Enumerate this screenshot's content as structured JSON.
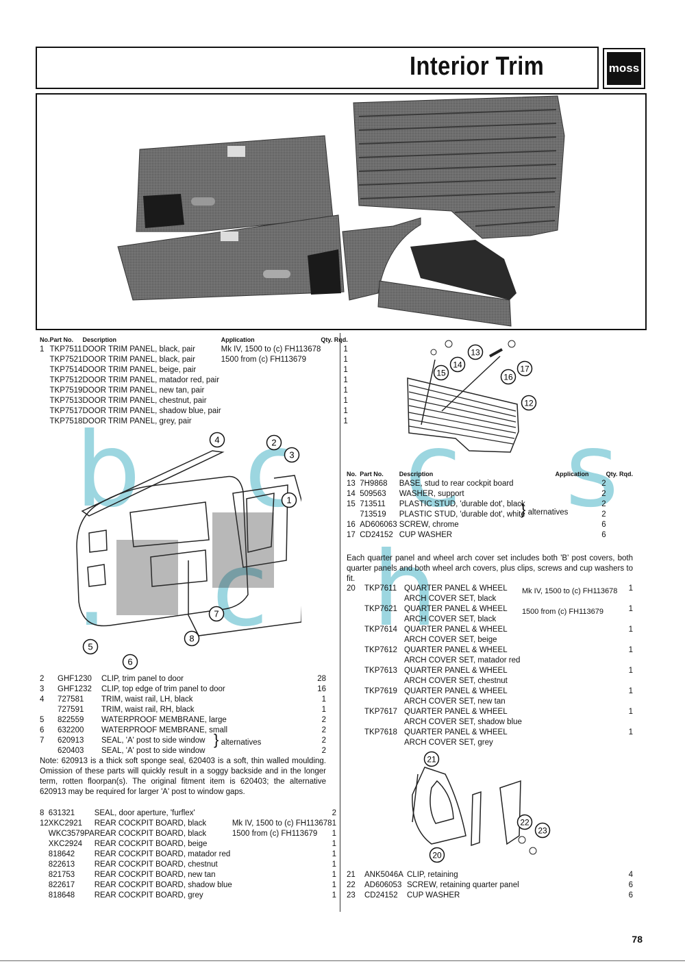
{
  "header": {
    "title": "Interior Trim",
    "logo": "moss"
  },
  "page_number": "78",
  "watermark": "b c c s . c h",
  "table1": {
    "headers": {
      "no": "No.",
      "part": "Part No.",
      "desc": "Description",
      "app": "Application",
      "qty": "Qty. Rqd."
    },
    "rows": [
      {
        "no": "1",
        "part": "TKP7511",
        "desc": "DOOR TRIM PANEL, black, pair",
        "app": "Mk IV, 1500 to (c) FH113678",
        "qty": "1"
      },
      {
        "no": "",
        "part": "TKP7521",
        "desc": "DOOR TRIM PANEL, black, pair",
        "app": "1500 from (c) FH113679",
        "qty": "1"
      },
      {
        "no": "",
        "part": "TKP7514",
        "desc": "DOOR TRIM PANEL, beige, pair",
        "app": "",
        "qty": "1"
      },
      {
        "no": "",
        "part": "TKP7512",
        "desc": "DOOR TRIM PANEL, matador red, pair",
        "app": "",
        "qty": "1"
      },
      {
        "no": "",
        "part": "TKP7519",
        "desc": "DOOR TRIM PANEL, new tan, pair",
        "app": "",
        "qty": "1"
      },
      {
        "no": "",
        "part": "TKP7513",
        "desc": "DOOR TRIM PANEL, chestnut, pair",
        "app": "",
        "qty": "1"
      },
      {
        "no": "",
        "part": "TKP7517",
        "desc": "DOOR TRIM PANEL, shadow blue, pair",
        "app": "",
        "qty": "1"
      },
      {
        "no": "",
        "part": "TKP7518",
        "desc": "DOOR TRIM PANEL, grey, pair",
        "app": "",
        "qty": "1"
      }
    ]
  },
  "table2": {
    "rows": [
      {
        "no": "2",
        "part": "GHF1230",
        "desc": "CLIP, trim panel to door",
        "qty": "28"
      },
      {
        "no": "3",
        "part": "GHF1232",
        "desc": "CLIP, top edge of trim panel to door",
        "qty": "16"
      },
      {
        "no": "4",
        "part": "727581",
        "desc": "TRIM, waist rail, LH, black",
        "qty": "1"
      },
      {
        "no": "",
        "part": "727591",
        "desc": "TRIM, waist rail, RH, black",
        "qty": "1"
      },
      {
        "no": "5",
        "part": "822559",
        "desc": "WATERPROOF MEMBRANE, large",
        "qty": "2"
      },
      {
        "no": "6",
        "part": "632200",
        "desc": "WATERPROOF MEMBRANE, small",
        "qty": "2"
      },
      {
        "no": "7",
        "part": "620913",
        "desc": "SEAL, 'A' post to side window",
        "qty": "2"
      },
      {
        "no": "",
        "part": "620403",
        "desc": "SEAL, 'A' post to side window",
        "qty": "2"
      }
    ],
    "alternatives": "alternatives",
    "note": "Note: 620913 is a thick soft sponge seal, 620403 is a soft, thin walled moulding. Omission of these parts will quickly result in a soggy backside and in the longer term, rotten floorpan(s). The original fitment item is 620403; the alternative 620913 may be required for larger 'A' post to window gaps."
  },
  "table3": {
    "rows": [
      {
        "no": "8",
        "part": "631321",
        "desc": "SEAL, door aperture, 'furflex'",
        "app": "",
        "qty": "2"
      },
      {
        "no": "12",
        "part": "XKC2921",
        "desc": "REAR COCKPIT BOARD, black",
        "app": "Mk IV, 1500 to (c) FH113678",
        "qty": "1"
      },
      {
        "no": "",
        "part": "WKC3579PA",
        "desc": "REAR COCKPIT BOARD, black",
        "app": "1500 from (c) FH113679",
        "qty": "1"
      },
      {
        "no": "",
        "part": "XKC2924",
        "desc": "REAR COCKPIT BOARD, beige",
        "app": "",
        "qty": "1"
      },
      {
        "no": "",
        "part": "818642",
        "desc": "REAR COCKPIT BOARD, matador red",
        "app": "",
        "qty": "1"
      },
      {
        "no": "",
        "part": "822613",
        "desc": "REAR COCKPIT BOARD, chestnut",
        "app": "",
        "qty": "1"
      },
      {
        "no": "",
        "part": "821753",
        "desc": "REAR COCKPIT BOARD, new tan",
        "app": "",
        "qty": "1"
      },
      {
        "no": "",
        "part": "822617",
        "desc": "REAR COCKPIT BOARD, shadow blue",
        "app": "",
        "qty": "1"
      },
      {
        "no": "",
        "part": "818648",
        "desc": "REAR COCKPIT BOARD, grey",
        "app": "",
        "qty": "1"
      }
    ]
  },
  "table4": {
    "headers": {
      "no": "No.",
      "part": "Part No.",
      "desc": "Description",
      "app": "Application",
      "qty": "Qty. Rqd."
    },
    "rows": [
      {
        "no": "13",
        "part": "7H9868",
        "desc": "BASE, stud to rear cockpit board",
        "qty": "2"
      },
      {
        "no": "14",
        "part": "509563",
        "desc": "WASHER, support",
        "qty": "2"
      },
      {
        "no": "15",
        "part": "713511",
        "desc": "PLASTIC STUD, 'durable dot', black",
        "qty": "2"
      },
      {
        "no": "",
        "part": "713519",
        "desc": "PLASTIC STUD, 'durable dot', white",
        "qty": "2"
      },
      {
        "no": "16",
        "part": "AD606063",
        "desc": "SCREW, chrome",
        "qty": "6"
      },
      {
        "no": "17",
        "part": "CD24152",
        "desc": "CUP WASHER",
        "qty": "6"
      }
    ],
    "alternatives": "alternatives",
    "note": "Each quarter panel and wheel arch cover set includes both 'B' post covers, both quarter panels and both wheel arch covers, plus clips, screws and cup washers to fit."
  },
  "table5": {
    "rows": [
      {
        "no": "20",
        "part": "TKP7611",
        "desc1": "QUARTER PANEL & WHEEL",
        "desc2": "ARCH COVER SET, black",
        "app": "Mk IV, 1500 to (c) FH113678",
        "qty": "1"
      },
      {
        "no": "",
        "part": "TKP7621",
        "desc1": "QUARTER PANEL & WHEEL",
        "desc2": "ARCH COVER SET, black",
        "app": "1500 from (c) FH113679",
        "qty": "1"
      },
      {
        "no": "",
        "part": "TKP7614",
        "desc1": "QUARTER PANEL & WHEEL",
        "desc2": "ARCH COVER SET, beige",
        "app": "",
        "qty": "1"
      },
      {
        "no": "",
        "part": "TKP7612",
        "desc1": "QUARTER PANEL & WHEEL",
        "desc2": "ARCH COVER SET, matador red",
        "app": "",
        "qty": "1"
      },
      {
        "no": "",
        "part": "TKP7613",
        "desc1": "QUARTER PANEL & WHEEL",
        "desc2": "ARCH COVER SET, chestnut",
        "app": "",
        "qty": "1"
      },
      {
        "no": "",
        "part": "TKP7619",
        "desc1": "QUARTER PANEL & WHEEL",
        "desc2": "ARCH COVER SET, new tan",
        "app": "",
        "qty": "1"
      },
      {
        "no": "",
        "part": "TKP7617",
        "desc1": "QUARTER PANEL & WHEEL",
        "desc2": "ARCH COVER SET, shadow blue",
        "app": "",
        "qty": "1"
      },
      {
        "no": "",
        "part": "TKP7618",
        "desc1": "QUARTER PANEL & WHEEL",
        "desc2": "ARCH COVER SET, grey",
        "app": "",
        "qty": "1"
      }
    ]
  },
  "table6": {
    "rows": [
      {
        "no": "21",
        "part": "ANK5046A",
        "desc": "CLIP, retaining",
        "qty": "4"
      },
      {
        "no": "22",
        "part": "AD606053",
        "desc": "SCREW, retaining quarter panel",
        "qty": "6"
      },
      {
        "no": "23",
        "part": "CD24152",
        "desc": "CUP WASHER",
        "qty": "6"
      }
    ]
  },
  "callouts": {
    "door": [
      "1",
      "2",
      "3",
      "4",
      "5",
      "6",
      "7",
      "8"
    ],
    "board": [
      "12",
      "13",
      "14",
      "15",
      "16",
      "17"
    ],
    "quarter": [
      "20",
      "21",
      "22",
      "23"
    ]
  }
}
